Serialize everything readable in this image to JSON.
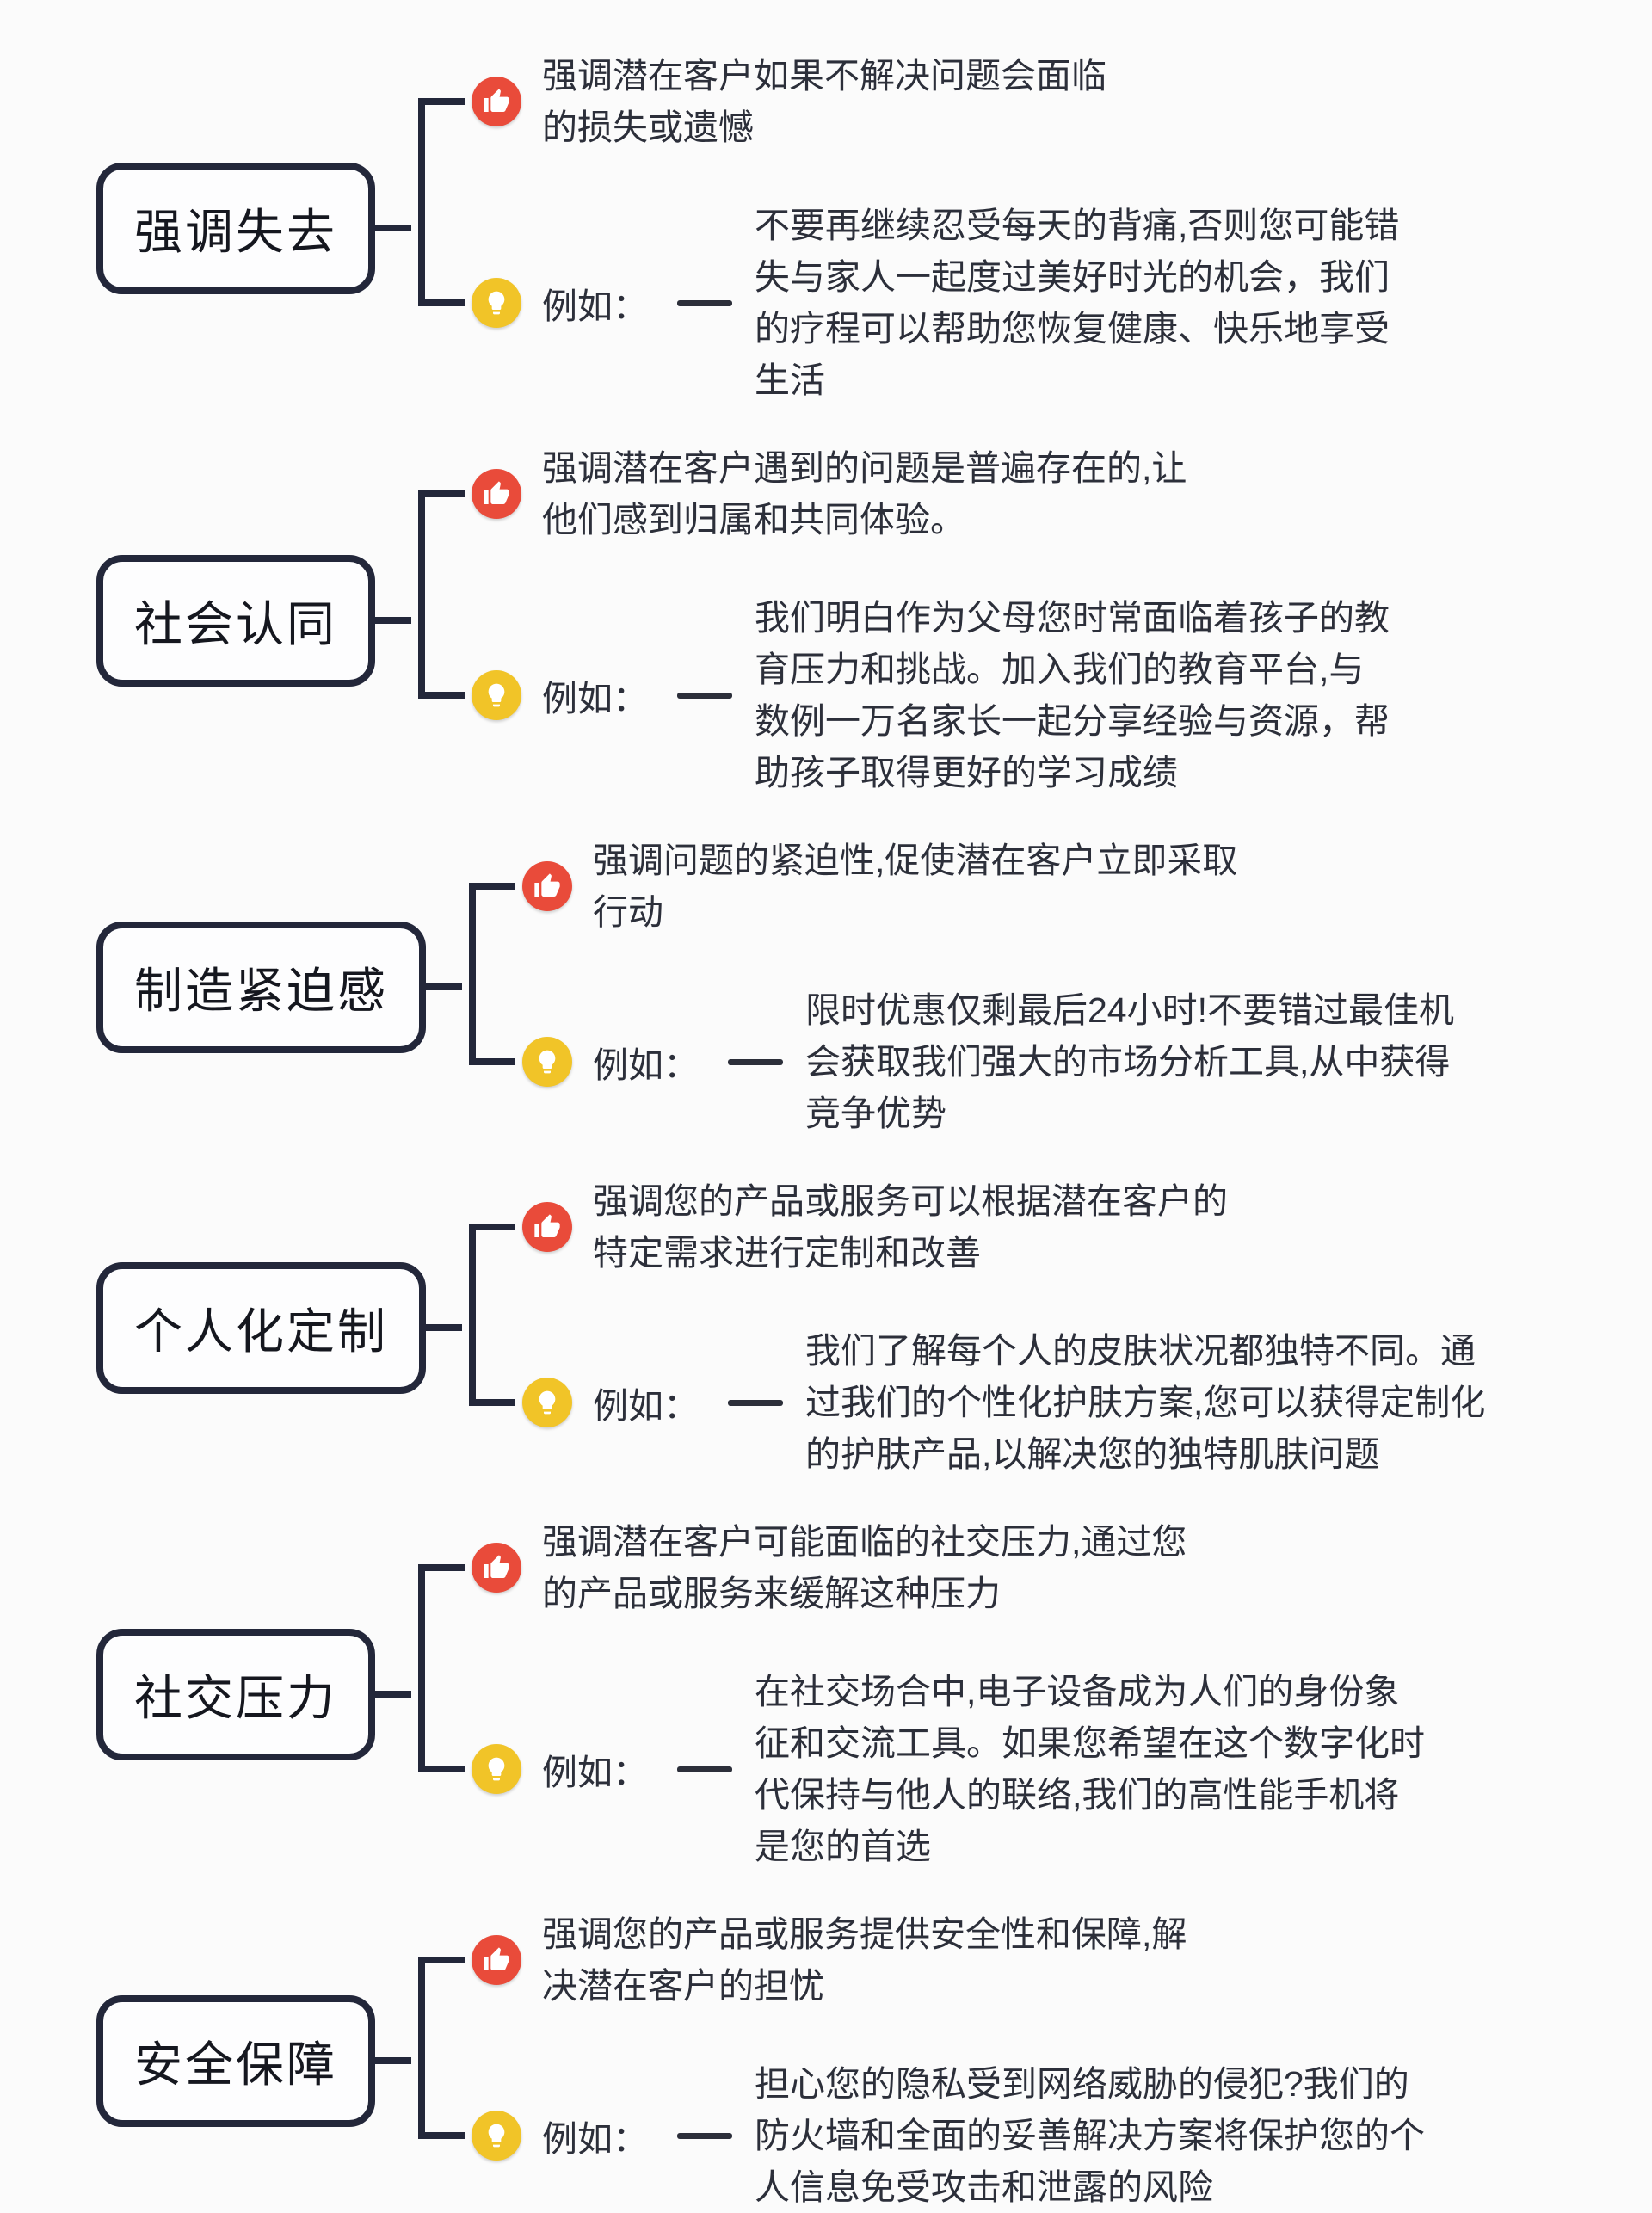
{
  "page": {
    "background_color": "#fbfbfb",
    "connector_color": "#23273a",
    "text_color": "#2c2f3a",
    "point_icon_color": "#e94b3a",
    "example_icon_color": "#f1c428"
  },
  "groups": [
    {
      "title": "强调失去",
      "point": "强调潜在客户如果不解决问题会面临\n的损失或遗憾",
      "example_label": "例如：",
      "example": "不要再继续忍受每天的背痛,否则您可能错\n失与家人一起度过美好时光的机会，我们\n的疗程可以帮助您恢复健康、快乐地享受\n生活"
    },
    {
      "title": "社会认同",
      "point": "强调潜在客户遇到的问题是普遍存在的,让\n他们感到归属和共同体验。",
      "example_label": "例如：",
      "example": "我们明白作为父母您时常面临着孩子的教\n育压力和挑战。加入我们的教育平台,与\n数例一万名家长一起分享经验与资源，帮\n助孩子取得更好的学习成绩"
    },
    {
      "title": "制造紧迫感",
      "point": "强调问题的紧迫性,促使潜在客户立即采取\n行动",
      "example_label": "例如：",
      "example": "限时优惠仅剩最后24小时!不要错过最佳机\n会获取我们强大的市场分析工具,从中获得\n竞争优势"
    },
    {
      "title": "个人化定制",
      "point": "强调您的产品或服务可以根据潜在客户的\n特定需求进行定制和改善",
      "example_label": "例如：",
      "example": "我们了解每个人的皮肤状况都独特不同。通\n过我们的个性化护肤方案,您可以获得定制化\n的护肤产品,以解决您的独特肌肤问题"
    },
    {
      "title": "社交压力",
      "point": "强调潜在客户可能面临的社交压力,通过您\n的产品或服务来缓解这种压力",
      "example_label": "例如：",
      "example": "在社交场合中,电子设备成为人们的身份象\n征和交流工具。如果您希望在这个数字化时\n代保持与他人的联络,我们的高性能手机将\n是您的首选"
    },
    {
      "title": "安全保障",
      "point": "强调您的产品或服务提供安全性和保障,解\n决潜在客户的担忧",
      "example_label": "例如：",
      "example": "担心您的隐私受到网络威胁的侵犯?我们的\n防火墙和全面的妥善解决方案将保护您的个\n人信息免受攻击和泄露的风险"
    }
  ]
}
